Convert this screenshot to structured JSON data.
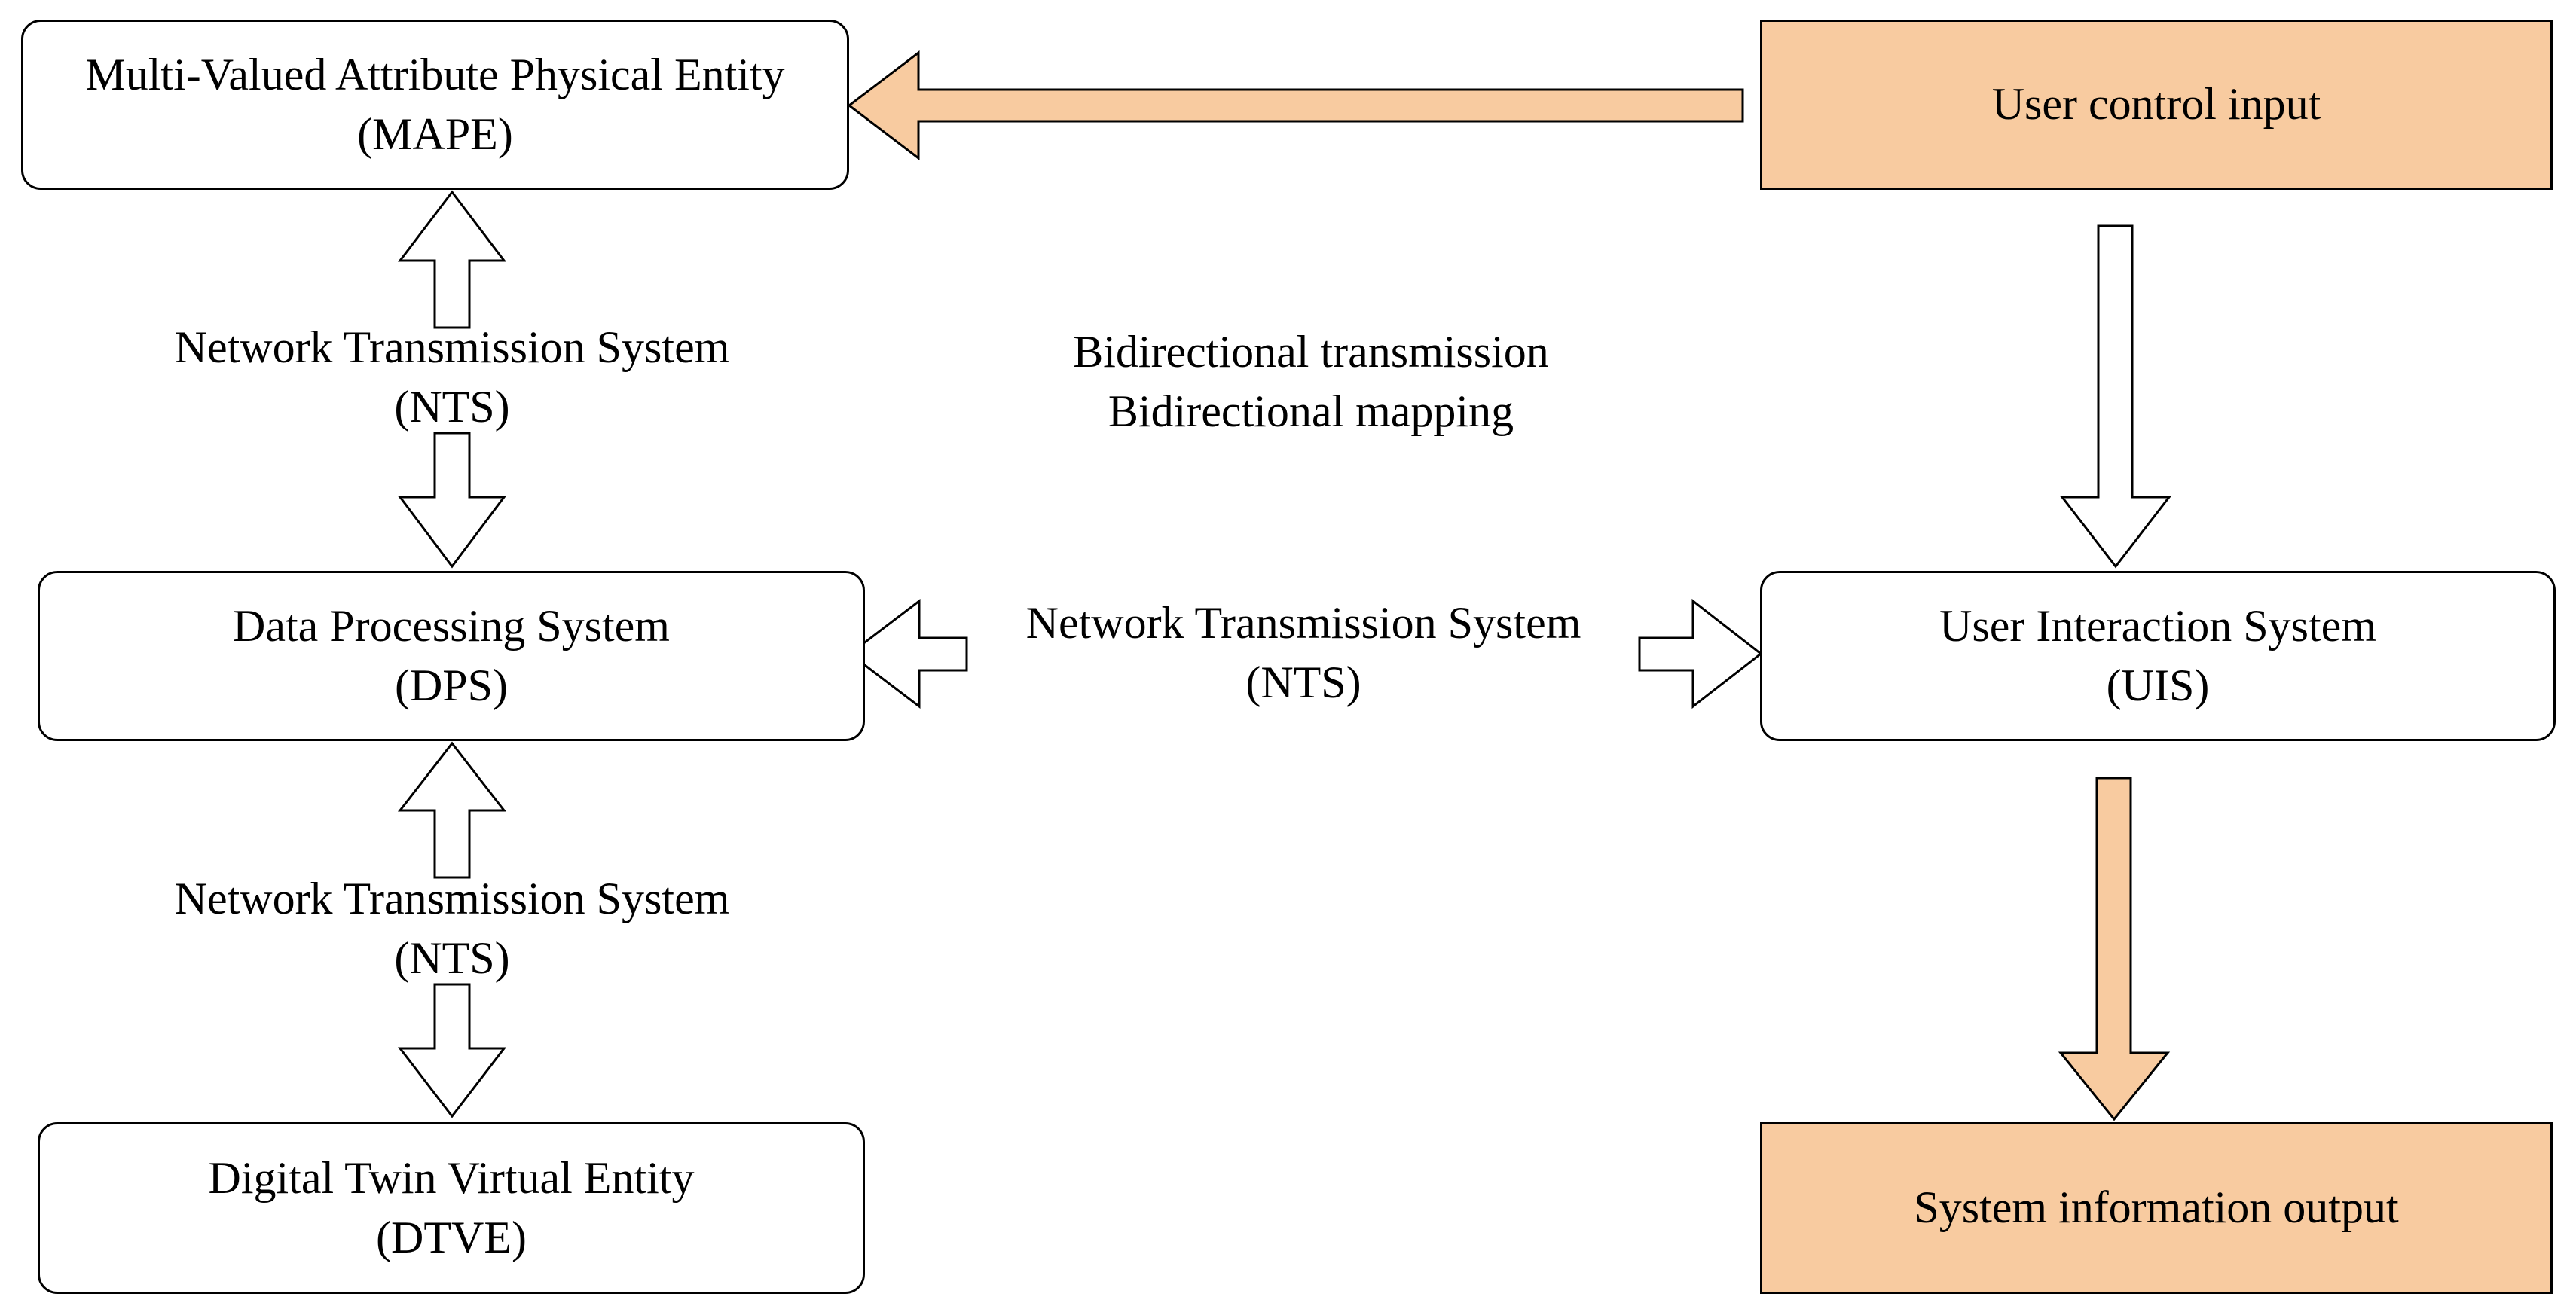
{
  "nodes": {
    "mape": {
      "line1": "Multi-Valued Attribute Physical Entity",
      "line2": "(MAPE)"
    },
    "dps": {
      "line1": "Data Processing System",
      "line2": "(DPS)"
    },
    "dtve": {
      "line1": "Digital Twin Virtual Entity",
      "line2": "(DTVE)"
    },
    "user_control": {
      "line1": "User control input"
    },
    "uis": {
      "line1": "User Interaction System",
      "line2": "(UIS)"
    },
    "system_output": {
      "line1": "System information output"
    }
  },
  "labels": {
    "nts_top": {
      "line1": "Network Transmission System",
      "line2": "(NTS)"
    },
    "nts_bottom": {
      "line1": "Network Transmission System",
      "line2": "(NTS)"
    },
    "nts_middle": {
      "line1": "Network Transmission System",
      "line2": "(NTS)"
    },
    "bidirectional": {
      "line1": "Bidirectional transmission",
      "line2": "Bidirectional mapping"
    }
  },
  "colors": {
    "accent_fill": "#f8cba0",
    "stroke": "#000000",
    "background": "#ffffff"
  }
}
